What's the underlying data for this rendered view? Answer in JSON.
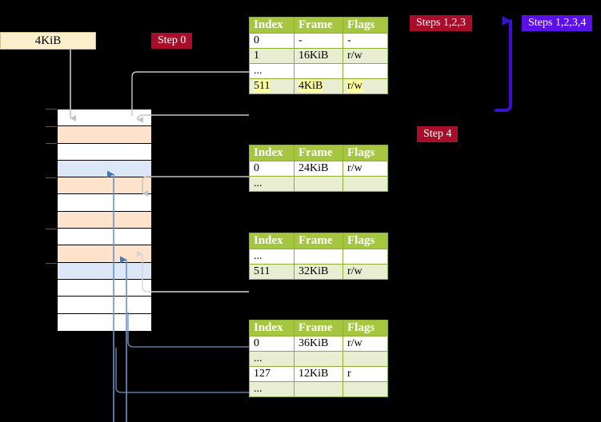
{
  "title": "Multi-level page table walk diagram",
  "labels": {
    "memory_size": "4KiB",
    "step0": "Step 0",
    "step4": "Step 4",
    "steps123": "Steps 1,2,3",
    "steps1234": "Steps 1,2,3,4"
  },
  "colors": {
    "table_header_bg": "#a5c73f",
    "table_alt_row_bg": "#e9eed2",
    "badge_red": "#a80d2a",
    "badge_purple": "#5b10e8",
    "highlight_yellow": "#ffff9e",
    "mem_orange": "#fde2cc",
    "mem_blue": "#dce8f7",
    "arrow_blue": "#4a77b0",
    "arrow_gray": "#b8b8b8",
    "kbox_bg": "#fbeecb"
  },
  "columns": [
    "Index",
    "Frame",
    "Flags"
  ],
  "tables": [
    {
      "id": "pml4",
      "rows": [
        {
          "index": "0",
          "frame": "-",
          "flags": "-",
          "style": "plain",
          "highlight": false
        },
        {
          "index": "1",
          "frame": "16KiB",
          "flags": "r/w",
          "style": "alt",
          "highlight": false
        },
        {
          "index": "...",
          "frame": "",
          "flags": "",
          "style": "plain",
          "highlight": false
        },
        {
          "index": "511",
          "frame": "4KiB",
          "flags": "r/w",
          "style": "alt",
          "highlight": true
        }
      ]
    },
    {
      "id": "pdpt",
      "rows": [
        {
          "index": "0",
          "frame": "24KiB",
          "flags": "r/w",
          "style": "plain",
          "highlight": false
        },
        {
          "index": "...",
          "frame": "",
          "flags": "",
          "style": "alt",
          "highlight": false
        }
      ]
    },
    {
      "id": "pd",
      "rows": [
        {
          "index": "...",
          "frame": "",
          "flags": "",
          "style": "plain",
          "highlight": false
        },
        {
          "index": "511",
          "frame": "32KiB",
          "flags": "r/w",
          "style": "alt",
          "highlight": false
        }
      ]
    },
    {
      "id": "pt",
      "rows": [
        {
          "index": "0",
          "frame": "36KiB",
          "flags": "r/w",
          "style": "plain",
          "highlight": false
        },
        {
          "index": "...",
          "frame": "",
          "flags": "",
          "style": "alt",
          "highlight": false
        },
        {
          "index": "127",
          "frame": "12KiB",
          "flags": "r",
          "style": "plain",
          "highlight": false
        },
        {
          "index": "...",
          "frame": "",
          "flags": "",
          "style": "alt",
          "highlight": false
        }
      ]
    }
  ],
  "memory_column": {
    "rows": [
      {
        "fill": "white"
      },
      {
        "fill": "orange"
      },
      {
        "fill": "white"
      },
      {
        "fill": "blue"
      },
      {
        "fill": "orange"
      },
      {
        "fill": "white"
      },
      {
        "fill": "orange"
      },
      {
        "fill": "white"
      },
      {
        "fill": "orange"
      },
      {
        "fill": "blue"
      },
      {
        "fill": "white"
      },
      {
        "fill": "white"
      },
      {
        "fill": "white"
      }
    ]
  }
}
